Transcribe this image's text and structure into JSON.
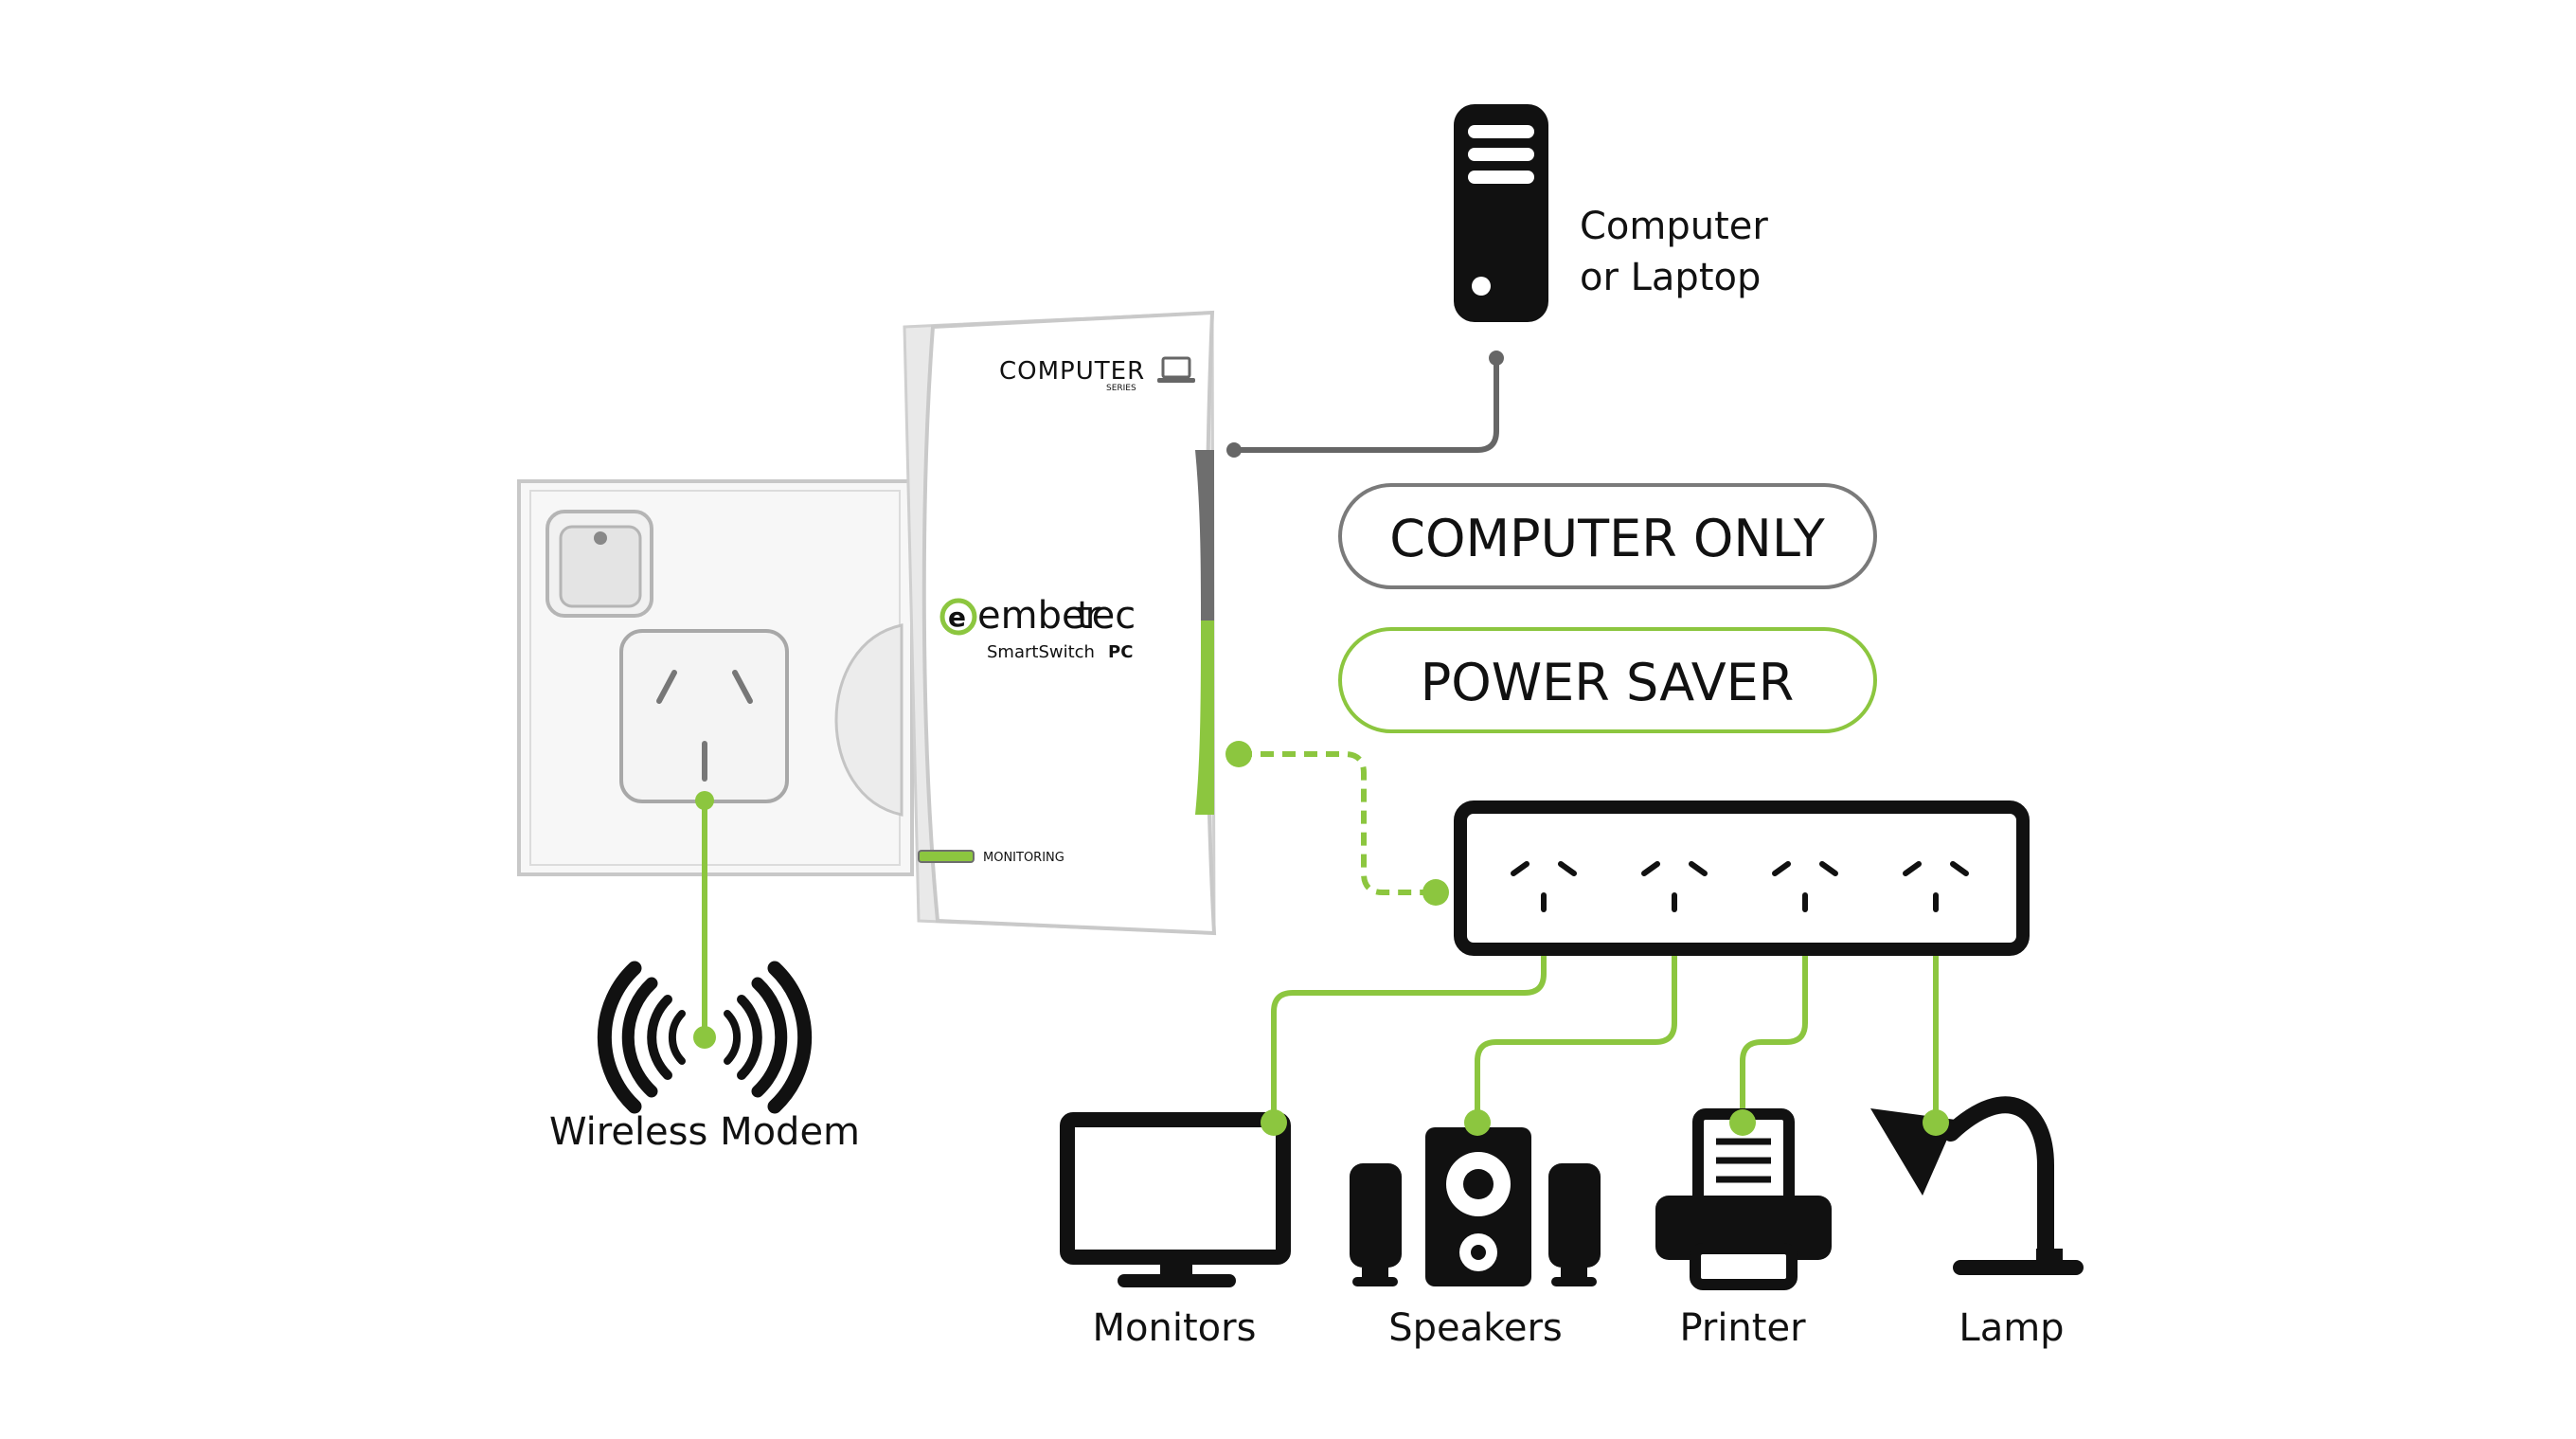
{
  "device": {
    "series_label": "COMPUTER",
    "series_sub": "SERIES",
    "brand_prefix": "ember",
    "brand_suffix": "tec",
    "product_name": "SmartSwitch",
    "product_suffix": "PC",
    "monitoring_label": "MONITORING"
  },
  "computer": {
    "label_line1": "Computer",
    "label_line2": "or Laptop"
  },
  "sockets": {
    "computer_only": "COMPUTER ONLY",
    "power_saver": "POWER SAVER"
  },
  "modem": {
    "label": "Wireless Modem"
  },
  "devices": [
    {
      "label": "Monitors"
    },
    {
      "label": "Speakers"
    },
    {
      "label": "Printer"
    },
    {
      "label": "Lamp"
    }
  ],
  "colors": {
    "accent_green": "#8cc63f",
    "dark": "#111111",
    "gray_line": "#666666"
  }
}
